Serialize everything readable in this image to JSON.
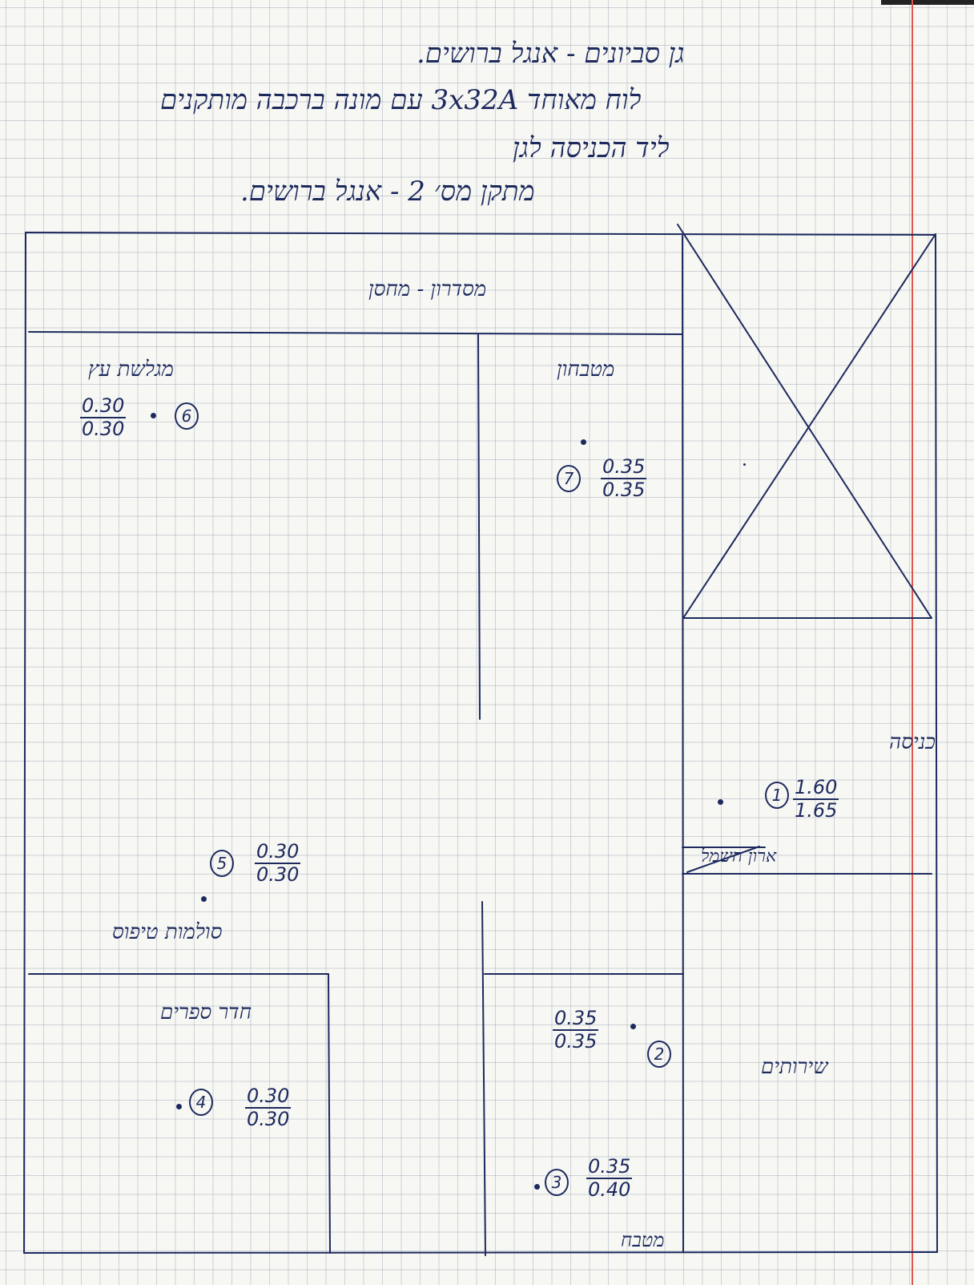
{
  "header": {
    "line1": "גן סביונים - אנגל ברושים.",
    "line2": "לוח מאוחד 3x32A עם מונה ברכבה מותקנים",
    "line3": "ליד הכניסה לגן",
    "line4": "מתקן מס׳ 2 - אנגל ברושים."
  },
  "rooms": {
    "storage": "מסדרון - מחסן",
    "multi_purpose": "מגלשת עץ",
    "kitchen_area": "מטבחון",
    "entrance": "כניסה",
    "cabinet": "ארון חשמל",
    "toilets": "שירותים",
    "sleep_room": "חדר ספרים",
    "play_corner": "סולמות טיפוס",
    "kitchen": "מטבח"
  },
  "points": [
    {
      "id": "1",
      "top": "1.60",
      "bottom": "1.65"
    },
    {
      "id": "2",
      "top": "0.35",
      "bottom": "0.35"
    },
    {
      "id": "3",
      "top": "0.35",
      "bottom": "0.40"
    },
    {
      "id": "4",
      "top": "0.30",
      "bottom": "0.30"
    },
    {
      "id": "5",
      "top": "0.30",
      "bottom": "0.30"
    },
    {
      "id": "6",
      "top": "0.30",
      "bottom": "0.30"
    },
    {
      "id": "7",
      "top": "0.35",
      "bottom": "0.35"
    }
  ],
  "colors": {
    "ink": "#1d2a5e",
    "margin": "#e0564f",
    "grid": "#8c96aa"
  }
}
